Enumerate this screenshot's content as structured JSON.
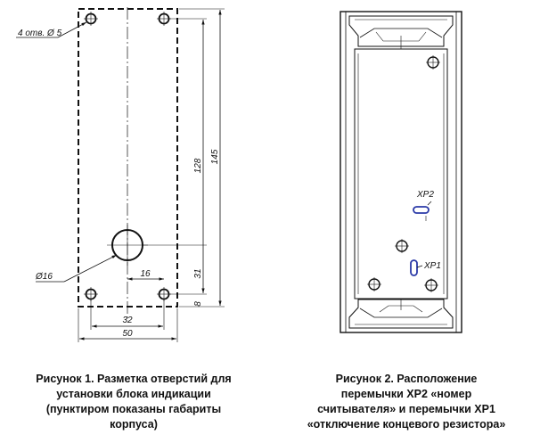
{
  "figure1": {
    "hole_note": "4 отв. Ø 5",
    "big_hole": "Ø16",
    "dim_128": "128",
    "dim_145": "145",
    "dim_31": "31",
    "dim_8": "8",
    "dim_16": "16",
    "dim_32": "32",
    "dim_50": "50",
    "caption_lines": [
      "Рисунок 1. Разметка отверстий для",
      "установки блока индикации",
      "(пунктиром показаны габариты",
      "корпуса)"
    ]
  },
  "figure2": {
    "xp2_label": "XP2",
    "xp1_label": "XP1",
    "caption_lines": [
      "Рисунок 2. Расположение",
      "перемычки XP2 «номер",
      "считывателя» и перемычки XP1",
      "«отключение концевого резистора»"
    ]
  }
}
